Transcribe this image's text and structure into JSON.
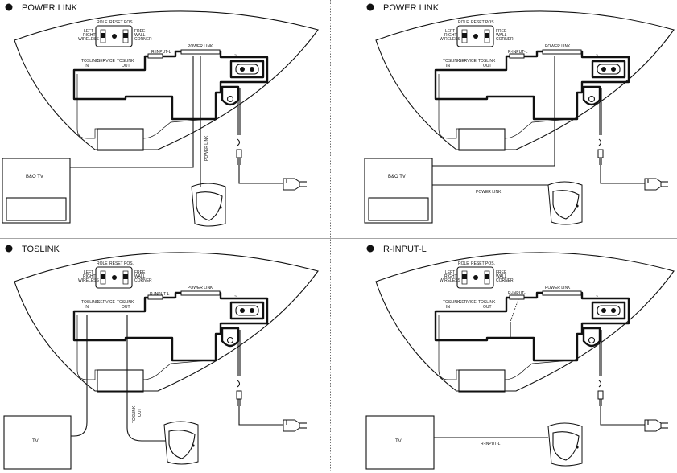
{
  "panels": [
    {
      "title": "POWER LINK",
      "labels": {
        "role": "ROLE",
        "reset": "RESET",
        "pos": "POS.",
        "left": "LEFT",
        "right": "RIGHT",
        "wireless": "WIRELESS",
        "free": "FREE",
        "wall": "WALL",
        "corner": "CORNER",
        "toslink_in_1": "TOSLINK",
        "toslink_in_2": "IN",
        "service": "SERVICE",
        "toslink_out_1": "TOSLINK",
        "toslink_out_2": "OUT",
        "rinput": "R-INPUT-L",
        "powerlink": "POWER LINK",
        "ac": "~"
      },
      "source": "B&O TV",
      "cable_label": "POWER LINK"
    },
    {
      "title": "POWER LINK",
      "labels": {
        "role": "ROLE",
        "reset": "RESET",
        "pos": "POS.",
        "left": "LEFT",
        "right": "RIGHT",
        "wireless": "WIRELESS",
        "free": "FREE",
        "wall": "WALL",
        "corner": "CORNER",
        "toslink_in_1": "TOSLINK",
        "toslink_in_2": "IN",
        "service": "SERVICE",
        "toslink_out_1": "TOSLINK",
        "toslink_out_2": "OUT",
        "rinput": "R-INPUT-L",
        "powerlink": "POWER LINK",
        "ac": "~"
      },
      "source": "B&O TV",
      "cable_label": "POWER LINK"
    },
    {
      "title": "TOSLINK",
      "labels": {
        "role": "ROLE",
        "reset": "RESET",
        "pos": "POS.",
        "left": "LEFT",
        "right": "RIGHT",
        "wireless": "WIRELESS",
        "free": "FREE",
        "wall": "WALL",
        "corner": "CORNER",
        "toslink_in_1": "TOSLINK",
        "toslink_in_2": "IN",
        "service": "SERVICE",
        "toslink_out_1": "TOSLINK",
        "toslink_out_2": "OUT",
        "rinput": "R-INPUT-L",
        "powerlink": "POWER LINK",
        "ac": "~"
      },
      "source": "TV",
      "cable_label_1": "TOSLINK",
      "cable_label_2": "OUT"
    },
    {
      "title": "R-INPUT-L",
      "labels": {
        "role": "ROLE",
        "reset": "RESET",
        "pos": "POS.",
        "left": "LEFT",
        "right": "RIGHT",
        "wireless": "WIRELESS",
        "free": "FREE",
        "wall": "WALL",
        "corner": "CORNER",
        "toslink_in_1": "TOSLINK",
        "toslink_in_2": "IN",
        "service": "SERVICE",
        "toslink_out_1": "TOSLINK",
        "toslink_out_2": "OUT",
        "rinput": "R-INPUT-L",
        "powerlink": "POWER LINK",
        "ac": "~"
      },
      "source": "TV",
      "cable_label": "R-INPUT-L"
    }
  ]
}
